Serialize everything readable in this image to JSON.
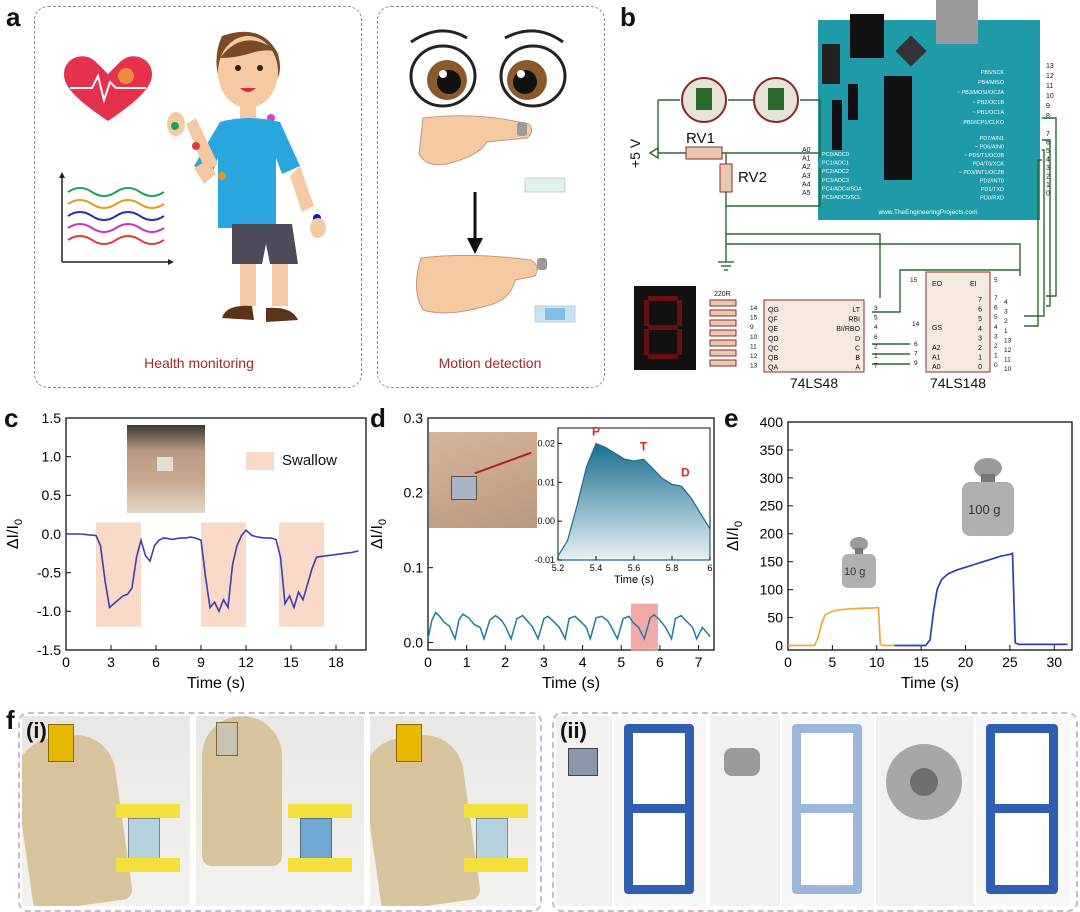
{
  "panels": {
    "a": {
      "letter": "a",
      "caption_left": "Health monitoring",
      "caption_right": "Motion detection"
    },
    "b": {
      "letter": "b",
      "supply_label": "+5 V",
      "rv1": "RV1",
      "rv2": "RV2",
      "resistor_label": "220R",
      "chip_decoder": "74LS48",
      "chip_encoder": "74LS148",
      "arduino_url": "www.TheEngineeringProjects.com",
      "arduino_left_pins": [
        "A0",
        "A1",
        "A2",
        "A3",
        "A4",
        "A5"
      ],
      "arduino_left_inner": [
        "PC0/ADC0",
        "PC1/ADC1",
        "PC2/ADC2",
        "PC3/ADC3",
        "PC4/ADC4/SDA",
        "PC5/ADC5/SCL"
      ],
      "arduino_right_upper": [
        "PB5/SCK",
        "PB4/MISO",
        "~ PB3/MOSI/OC2A",
        "~ PB2/OC1B",
        "~ PB1/OC1A",
        "PB0/ICP1/CLKO"
      ],
      "arduino_right_upper_nums": [
        "13",
        "12",
        "11",
        "10",
        "9",
        "8"
      ],
      "arduino_right_lower": [
        "PD7/AIN1",
        "~ PD6/AIN0",
        "~ PD5/T1/OC0B",
        "PD4/T0/XCK",
        "~ PD3/INT1/OC2B",
        "PD2/INT0",
        "PD1/TXD",
        "PD0/RXD"
      ],
      "arduino_right_lower_nums": [
        "7",
        "6",
        "5",
        "4",
        "3",
        "2",
        "1",
        "0"
      ],
      "dec_left": [
        "QG",
        "QF",
        "QE",
        "QD",
        "QC",
        "QB",
        "QA"
      ],
      "dec_left_nums": [
        "14",
        "15",
        "9",
        "10",
        "11",
        "12",
        "13"
      ],
      "dec_right": [
        "LT",
        "RBI",
        "BI/RBO",
        "D",
        "C",
        "B",
        "A"
      ],
      "dec_right_nums": [
        "3",
        "5",
        "4",
        "6",
        "2",
        "1",
        "7"
      ],
      "enc_top": [
        "EO",
        "EI"
      ],
      "enc_top_nums": [
        "15",
        "5"
      ],
      "enc_right_nums": [
        "7",
        "4",
        "6",
        "3",
        "5",
        "2",
        "4",
        "1",
        "3",
        "13",
        "2",
        "12",
        "1",
        "11",
        "0",
        "10"
      ],
      "enc_gs": "GS",
      "enc_gs_num": "14",
      "enc_out": [
        "A2",
        "A1",
        "A0"
      ],
      "enc_out_nums": [
        "6",
        "7",
        "9"
      ],
      "enc_in": [
        "7",
        "6",
        "5",
        "4",
        "3",
        "2",
        "1",
        "0"
      ]
    },
    "c": {
      "letter": "c",
      "legend": "Swallow"
    },
    "d": {
      "letter": "d",
      "inset_peaks": [
        "P",
        "T",
        "D"
      ]
    },
    "e": {
      "letter": "e",
      "weight_small": "10 g",
      "weight_big": "100 g"
    },
    "f": {
      "letter": "f",
      "sub_i": "(i)",
      "sub_ii": "(ii)"
    }
  },
  "chart_data": [
    {
      "type": "line",
      "panel": "c",
      "xlabel": "Time (s)",
      "ylabel": "ΔI/I0",
      "xlim": [
        0,
        20
      ],
      "ylim": [
        -1.5,
        1.5
      ],
      "xticks": [
        0,
        3,
        6,
        9,
        12,
        15,
        18
      ],
      "yticks": [
        -1.5,
        -1.0,
        -0.5,
        0.0,
        0.5,
        1.0,
        1.5
      ],
      "shaded_regions": [
        [
          2.0,
          5.0
        ],
        [
          9.0,
          12.0
        ],
        [
          14.2,
          17.2
        ]
      ],
      "series": [
        {
          "x": [
            0,
            0.5,
            1,
            1.5,
            2,
            2.3,
            2.6,
            2.9,
            3.2,
            3.5,
            3.8,
            4.1,
            4.4,
            4.7,
            5.0,
            5.3,
            5.6,
            5.9,
            6.2,
            6.5,
            6.8,
            7.1,
            7.4,
            7.7,
            8.0,
            8.3,
            8.6,
            9.0,
            9.3,
            9.6,
            9.9,
            10.2,
            10.5,
            10.8,
            11.1,
            11.4,
            11.7,
            12.0,
            12.4,
            12.8,
            13.2,
            13.6,
            14.0,
            14.3,
            14.6,
            14.9,
            15.2,
            15.5,
            15.8,
            16.1,
            16.4,
            16.7,
            17.0,
            17.4,
            17.8,
            18.2,
            18.6,
            19.0,
            19.5
          ],
          "y": [
            0.0,
            0.0,
            0.0,
            -0.01,
            -0.02,
            -0.15,
            -0.6,
            -0.95,
            -0.9,
            -0.85,
            -0.8,
            -0.78,
            -0.7,
            -0.3,
            -0.08,
            -0.28,
            -0.35,
            -0.15,
            -0.08,
            -0.05,
            -0.06,
            -0.07,
            -0.06,
            -0.05,
            -0.05,
            -0.04,
            -0.05,
            -0.08,
            -0.55,
            -0.95,
            -0.88,
            -1.0,
            -0.85,
            -0.95,
            -0.4,
            -0.15,
            -0.02,
            0.05,
            -0.02,
            -0.04,
            -0.05,
            -0.05,
            -0.07,
            -0.3,
            -0.9,
            -0.8,
            -0.95,
            -0.75,
            -0.85,
            -0.65,
            -0.45,
            -0.3,
            -0.29,
            -0.28,
            -0.27,
            -0.26,
            -0.25,
            -0.24,
            -0.22
          ]
        }
      ]
    },
    {
      "type": "line",
      "panel": "d",
      "xlabel": "Time (s)",
      "ylabel": "ΔI/I0",
      "xlim": [
        0,
        7.4
      ],
      "ylim": [
        -0.01,
        0.3
      ],
      "xticks": [
        0,
        1,
        2,
        3,
        4,
        5,
        6,
        7
      ],
      "yticks": [
        0.0,
        0.1,
        0.2,
        0.3
      ],
      "highlight_region": [
        5.25,
        5.95
      ],
      "series": [
        {
          "x": [
            0,
            0.1,
            0.2,
            0.3,
            0.4,
            0.55,
            0.7,
            0.8,
            0.9,
            1.05,
            1.2,
            1.35,
            1.45,
            1.6,
            1.75,
            1.9,
            2.0,
            2.15,
            2.3,
            2.45,
            2.55,
            2.7,
            2.85,
            3.0,
            3.1,
            3.25,
            3.4,
            3.55,
            3.65,
            3.8,
            3.95,
            4.1,
            4.2,
            4.35,
            4.5,
            4.65,
            4.75,
            4.9,
            5.05,
            5.2,
            5.3,
            5.45,
            5.6,
            5.75,
            5.85,
            6.0,
            6.15,
            6.3,
            6.4,
            6.55,
            6.7,
            6.85,
            6.95,
            7.1,
            7.3
          ],
          "y": [
            0.005,
            0.03,
            0.04,
            0.035,
            0.028,
            0.022,
            0.005,
            0.03,
            0.038,
            0.033,
            0.024,
            0.02,
            0.005,
            0.03,
            0.036,
            0.03,
            0.022,
            0.005,
            0.032,
            0.036,
            0.03,
            0.021,
            0.005,
            0.032,
            0.035,
            0.028,
            0.02,
            0.005,
            0.032,
            0.035,
            0.028,
            0.02,
            0.005,
            0.033,
            0.035,
            0.029,
            0.02,
            0.005,
            0.032,
            0.035,
            0.027,
            0.02,
            0.005,
            0.033,
            0.037,
            0.03,
            0.02,
            0.005,
            0.032,
            0.036,
            0.028,
            0.02,
            0.005,
            0.02,
            0.008
          ]
        }
      ]
    },
    {
      "type": "area",
      "panel": "d-inset",
      "xlabel": "Time (s)",
      "xlim": [
        5.2,
        6.0
      ],
      "ylim": [
        -0.01,
        0.024
      ],
      "xticks": [
        5.2,
        5.4,
        5.6,
        5.8,
        6.0
      ],
      "yticks": [
        -0.01,
        0.0,
        0.01,
        0.02
      ],
      "series": [
        {
          "x": [
            5.2,
            5.25,
            5.3,
            5.35,
            5.4,
            5.45,
            5.5,
            5.55,
            5.6,
            5.65,
            5.7,
            5.75,
            5.8,
            5.85,
            5.9,
            5.95,
            6.0
          ],
          "y": [
            -0.009,
            -0.005,
            0.004,
            0.014,
            0.02,
            0.019,
            0.0175,
            0.016,
            0.0155,
            0.016,
            0.0135,
            0.011,
            0.0095,
            0.009,
            0.006,
            0.002,
            -0.002
          ]
        }
      ]
    },
    {
      "type": "line",
      "panel": "e",
      "xlabel": "Time (s)",
      "ylabel": "ΔI/I0",
      "xlim": [
        0,
        32
      ],
      "ylim": [
        -5,
        400
      ],
      "xticks": [
        0,
        5,
        10,
        15,
        20,
        25,
        30
      ],
      "yticks": [
        0,
        50,
        100,
        150,
        200,
        250,
        300,
        350,
        400
      ],
      "series": [
        {
          "color": "#f2a93b",
          "x": [
            0,
            2,
            3,
            3.4,
            3.8,
            4.2,
            4.8,
            5.5,
            6.5,
            7.5,
            8.5,
            9.5,
            10.2,
            10.4,
            10.8,
            12
          ],
          "y": [
            0,
            0,
            0,
            15,
            40,
            55,
            60,
            63,
            65,
            66,
            67,
            67,
            68,
            2,
            0,
            0
          ]
        },
        {
          "color": "#2a3fb5",
          "x": [
            12,
            14,
            15,
            15.5,
            16,
            16.4,
            16.8,
            17.3,
            18,
            19,
            20,
            21,
            22,
            23,
            24,
            25,
            25.3,
            25.6,
            26,
            28,
            30,
            31.5
          ],
          "y": [
            0,
            0,
            0,
            0,
            10,
            60,
            100,
            118,
            128,
            135,
            140,
            145,
            150,
            155,
            160,
            163,
            165,
            5,
            2,
            2,
            2,
            2
          ]
        }
      ]
    }
  ]
}
